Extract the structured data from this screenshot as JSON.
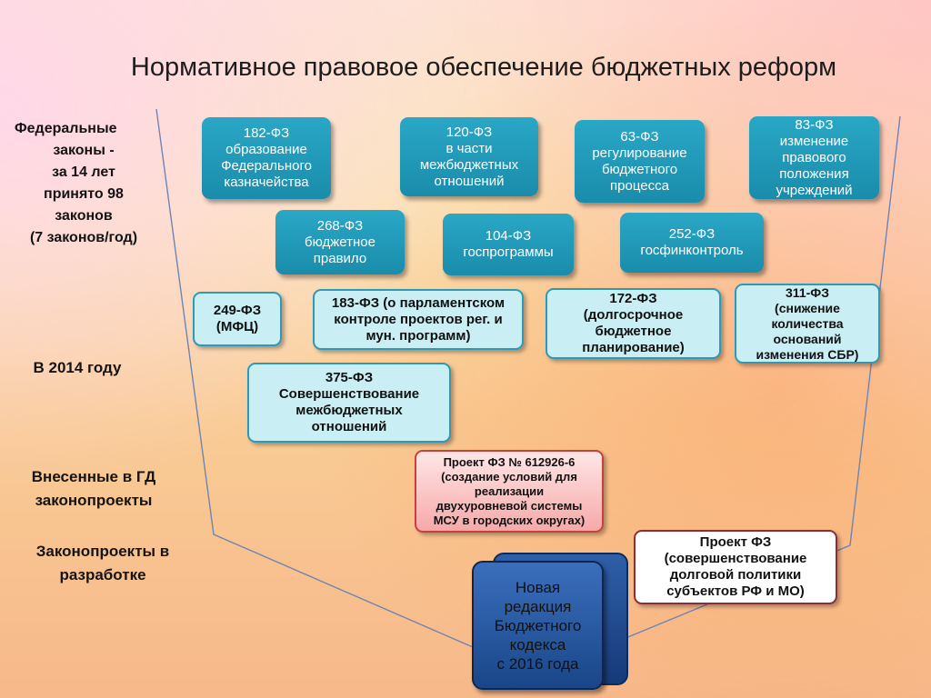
{
  "title": "Нормативное правовое обеспечение бюджетных реформ",
  "side_labels": {
    "federal": [
      "Федеральные",
      "законы -",
      "за 14 лет",
      "принято 98",
      "законов",
      "(7 законов/год)"
    ],
    "year_2014": "В 2014 году",
    "submitted": [
      "Внесенные в ГД",
      "законопроекты"
    ],
    "in_development": [
      "Законопроекты в",
      "разработке"
    ]
  },
  "laws_row1": [
    {
      "lines": [
        "182-ФЗ",
        "образование",
        "Федерального",
        "казначейства"
      ]
    },
    {
      "lines": [
        "120-ФЗ",
        "в части",
        "межбюджетных",
        "отношений"
      ]
    },
    {
      "lines": [
        "63-ФЗ",
        "регулирование",
        "бюджетного",
        "процесса"
      ]
    },
    {
      "lines": [
        "83-ФЗ",
        "изменение",
        "правового",
        "положения",
        "учреждений"
      ]
    }
  ],
  "laws_row2": [
    {
      "lines": [
        "268-ФЗ",
        "бюджетное",
        "правило"
      ]
    },
    {
      "lines": [
        "104-ФЗ",
        "госпрограммы"
      ]
    },
    {
      "lines": [
        "252-ФЗ",
        "госфинконтроль"
      ]
    }
  ],
  "laws_2014": [
    {
      "lines": [
        "249-ФЗ",
        "(МФЦ)"
      ]
    },
    {
      "lines": [
        "183-ФЗ (о парламентском",
        "контроле проектов рег. и",
        "мун. программ)"
      ]
    },
    {
      "lines": [
        "172-ФЗ",
        "(долгосрочное",
        "бюджетное",
        "планирование)"
      ]
    },
    {
      "lines": [
        "311-ФЗ",
        "(снижение",
        "количества",
        "оснований",
        "изменения СБР)"
      ]
    },
    {
      "lines": [
        "375-ФЗ",
        "Совершенствование",
        "межбюджетных",
        "отношений"
      ]
    }
  ],
  "submitted_bill": {
    "lines": [
      "Проект ФЗ № 612926-6",
      "(создание условий для",
      "реализации",
      "двухуровневой системы",
      "МСУ в городских округах)"
    ]
  },
  "draft_bill": {
    "lines": [
      "Проект ФЗ",
      "(совершенствование",
      "долговой политики",
      "субъектов  РФ и МО)"
    ]
  },
  "budget_code": {
    "lines": [
      "Новая",
      "редакция",
      "Бюджетного",
      "кодекса",
      "с 2016  года"
    ]
  }
}
